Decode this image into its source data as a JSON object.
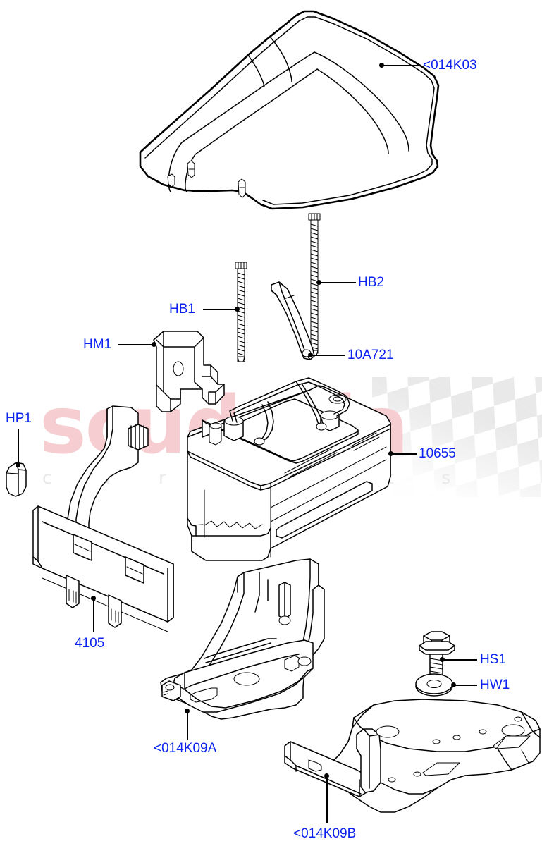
{
  "diagram": {
    "title": "Battery and Mountings - Exploded Parts Diagram",
    "label_color": "#0b23f0",
    "line_color": "#000000"
  },
  "watermark": {
    "brand": "scuderia",
    "tagline": "c a r   p a r t s",
    "brand_color": "#f6cdd0",
    "tagline_color": "#e9e9e9",
    "flag_color": "#e8e8e8"
  },
  "callouts": [
    {
      "id": "cover",
      "label": "<014K03",
      "part": "battery-cover"
    },
    {
      "id": "bolt_long",
      "label": "HB2",
      "part": "long-bolt-right"
    },
    {
      "id": "bolt_long2",
      "label": "HB1",
      "part": "long-bolt-left"
    },
    {
      "id": "bracket",
      "label": "HM1",
      "part": "mounting-bracket"
    },
    {
      "id": "clamp",
      "label": "10A721",
      "part": "battery-hold-down-clamp"
    },
    {
      "id": "plug",
      "label": "HP1",
      "part": "plug-clip"
    },
    {
      "id": "battery",
      "label": "10655",
      "part": "battery"
    },
    {
      "id": "insulator",
      "label": "4105",
      "part": "battery-insulation-panel"
    },
    {
      "id": "screw",
      "label": "HS1",
      "part": "hex-flange-bolt"
    },
    {
      "id": "washer",
      "label": "HW1",
      "part": "washer"
    },
    {
      "id": "tray_a",
      "label": "<014K09A",
      "part": "battery-tray-support"
    },
    {
      "id": "tray_b",
      "label": "<014K09B",
      "part": "battery-tray-panel"
    }
  ]
}
